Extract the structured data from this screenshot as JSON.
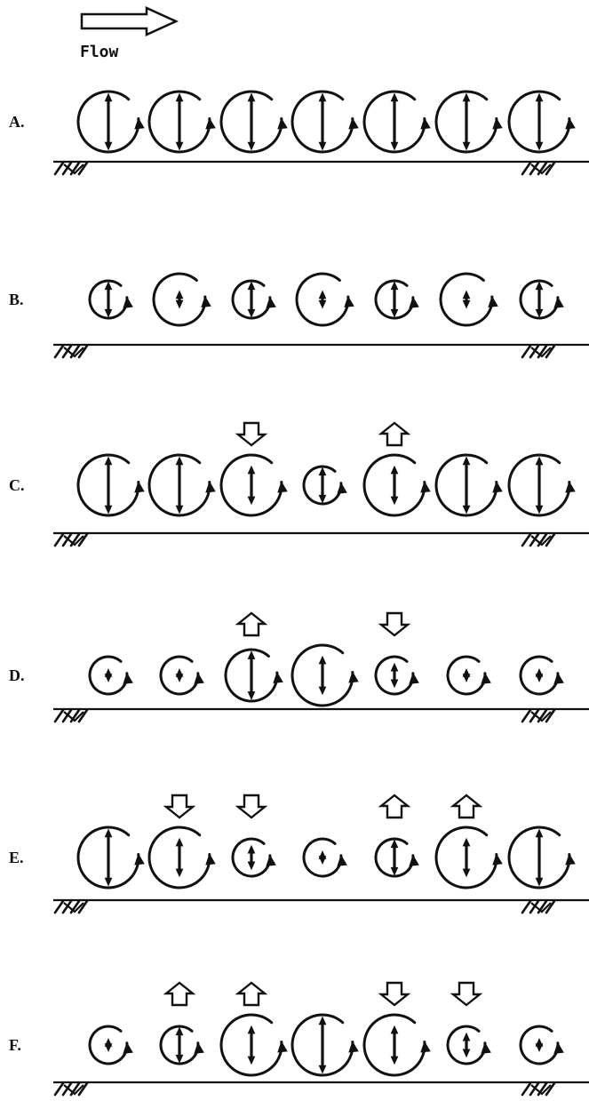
{
  "legend": {
    "flow_label": "Flow",
    "flow_arrow_icon": "right-outline-arrow-icon"
  },
  "rows": [
    {
      "label": "A.",
      "vortices": [
        {
          "size": "large",
          "arrow": "long"
        },
        {
          "size": "large",
          "arrow": "long"
        },
        {
          "size": "large",
          "arrow": "long"
        },
        {
          "size": "large",
          "arrow": "long"
        },
        {
          "size": "large",
          "arrow": "long"
        },
        {
          "size": "large",
          "arrow": "long"
        },
        {
          "size": "large",
          "arrow": "long"
        }
      ],
      "indicators": []
    },
    {
      "label": "B.",
      "vortices": [
        {
          "size": "small",
          "arrow": "long"
        },
        {
          "size": "medium",
          "arrow": "short"
        },
        {
          "size": "small",
          "arrow": "long"
        },
        {
          "size": "medium",
          "arrow": "short"
        },
        {
          "size": "small",
          "arrow": "long"
        },
        {
          "size": "medium",
          "arrow": "short"
        },
        {
          "size": "small",
          "arrow": "long"
        }
      ],
      "indicators": []
    },
    {
      "label": "C.",
      "vortices": [
        {
          "size": "large",
          "arrow": "long"
        },
        {
          "size": "large",
          "arrow": "long"
        },
        {
          "size": "large",
          "arrow": "medium"
        },
        {
          "size": "small",
          "arrow": "long"
        },
        {
          "size": "large",
          "arrow": "medium"
        },
        {
          "size": "large",
          "arrow": "long"
        },
        {
          "size": "large",
          "arrow": "long"
        }
      ],
      "indicators": [
        {
          "over": 2,
          "direction": "down"
        },
        {
          "over": 4,
          "direction": "up"
        }
      ]
    },
    {
      "label": "D.",
      "vortices": [
        {
          "size": "small",
          "arrow": "short"
        },
        {
          "size": "small",
          "arrow": "short"
        },
        {
          "size": "medium",
          "arrow": "long"
        },
        {
          "size": "large",
          "arrow": "medium"
        },
        {
          "size": "small",
          "arrow": "medium"
        },
        {
          "size": "small",
          "arrow": "short"
        },
        {
          "size": "small",
          "arrow": "short"
        }
      ],
      "indicators": [
        {
          "over": 2,
          "direction": "up"
        },
        {
          "over": 4,
          "direction": "down"
        }
      ]
    },
    {
      "label": "E.",
      "vortices": [
        {
          "size": "large",
          "arrow": "long"
        },
        {
          "size": "large",
          "arrow": "medium"
        },
        {
          "size": "small",
          "arrow": "medium"
        },
        {
          "size": "small",
          "arrow": "short"
        },
        {
          "size": "small",
          "arrow": "long"
        },
        {
          "size": "large",
          "arrow": "medium"
        },
        {
          "size": "large",
          "arrow": "long"
        }
      ],
      "indicators": [
        {
          "over": 1,
          "direction": "down"
        },
        {
          "over": 2,
          "direction": "down"
        },
        {
          "over": 4,
          "direction": "up"
        },
        {
          "over": 5,
          "direction": "up"
        }
      ]
    },
    {
      "label": "F.",
      "vortices": [
        {
          "size": "small",
          "arrow": "short"
        },
        {
          "size": "small",
          "arrow": "long"
        },
        {
          "size": "large",
          "arrow": "medium"
        },
        {
          "size": "large",
          "arrow": "long"
        },
        {
          "size": "large",
          "arrow": "medium"
        },
        {
          "size": "small",
          "arrow": "medium"
        },
        {
          "size": "small",
          "arrow": "short"
        }
      ],
      "indicators": [
        {
          "over": 1,
          "direction": "up"
        },
        {
          "over": 2,
          "direction": "up"
        },
        {
          "over": 4,
          "direction": "down"
        },
        {
          "over": 5,
          "direction": "down"
        }
      ]
    }
  ],
  "icons": {
    "vortex": "circular-vortex-icon",
    "shaft": "vertical-double-arrow-icon",
    "indicator_up": "up-outline-arrow-icon",
    "indicator_down": "down-outline-arrow-icon",
    "ground": "ground-hatch-icon"
  },
  "colors": {
    "ink": "#111111",
    "background": "#ffffff"
  }
}
